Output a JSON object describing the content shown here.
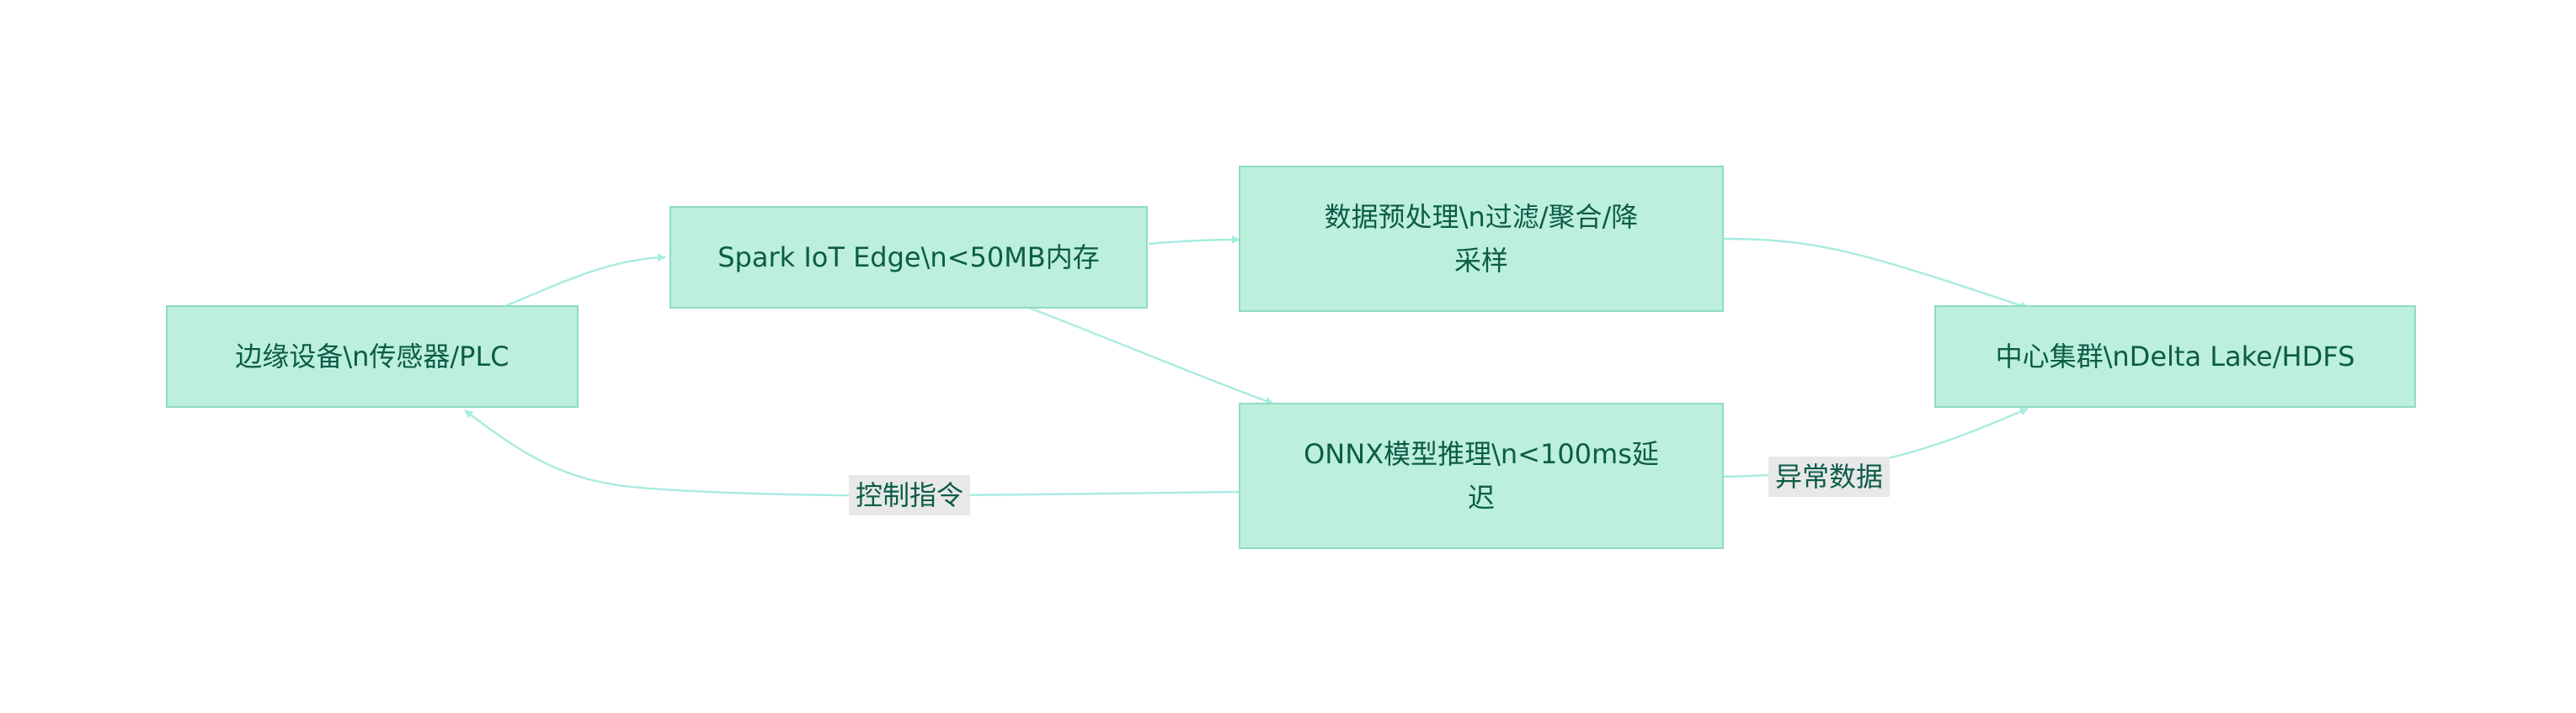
{
  "colors": {
    "node_fill": "#bcefdc",
    "node_stroke": "#8fdcc3",
    "node_text": "#0b5c48",
    "edge": "#a8ece0",
    "edge_label_bg": "#e8e8e8"
  },
  "nodes": {
    "edge_device": {
      "lines": [
        "边缘设备\\n传感器/PLC"
      ]
    },
    "spark_edge": {
      "lines": [
        "Spark IoT Edge\\n<50MB内存"
      ]
    },
    "preprocess": {
      "lines": [
        "数据预处理\\n过滤/聚合/降",
        "采样"
      ]
    },
    "onnx": {
      "lines": [
        "ONNX模型推理\\n<100ms延",
        "迟"
      ]
    },
    "central": {
      "lines": [
        "中心集群\\nDelta Lake/HDFS"
      ]
    }
  },
  "edges": {
    "control": {
      "label": "控制指令"
    },
    "anomaly": {
      "label": "异常数据"
    }
  }
}
